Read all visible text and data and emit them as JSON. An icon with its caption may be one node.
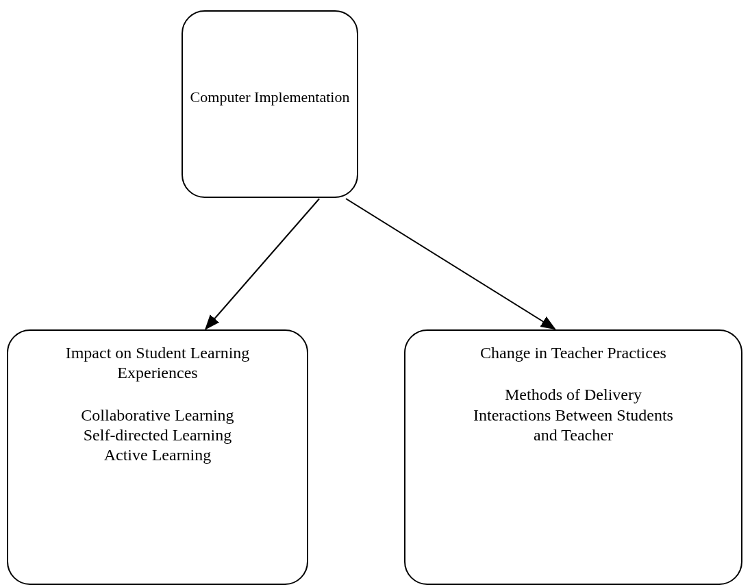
{
  "diagram": {
    "nodes": [
      {
        "text": [
          "Computer Implementation"
        ]
      },
      {
        "text": [
          "Impact on Student Learning Experiences",
          "Collaborative Learning",
          "Self-directed Learning",
          "Active Learning"
        ]
      },
      {
        "text": [
          "Change in Teacher Practices",
          "Methods of Delivery",
          "Interactions Between Students and Teacher"
        ]
      }
    ],
    "edges": [
      {
        "from": 0,
        "to": 1,
        "arrow": "to"
      },
      {
        "from": 0,
        "to": 2,
        "arrow": "to"
      }
    ]
  }
}
